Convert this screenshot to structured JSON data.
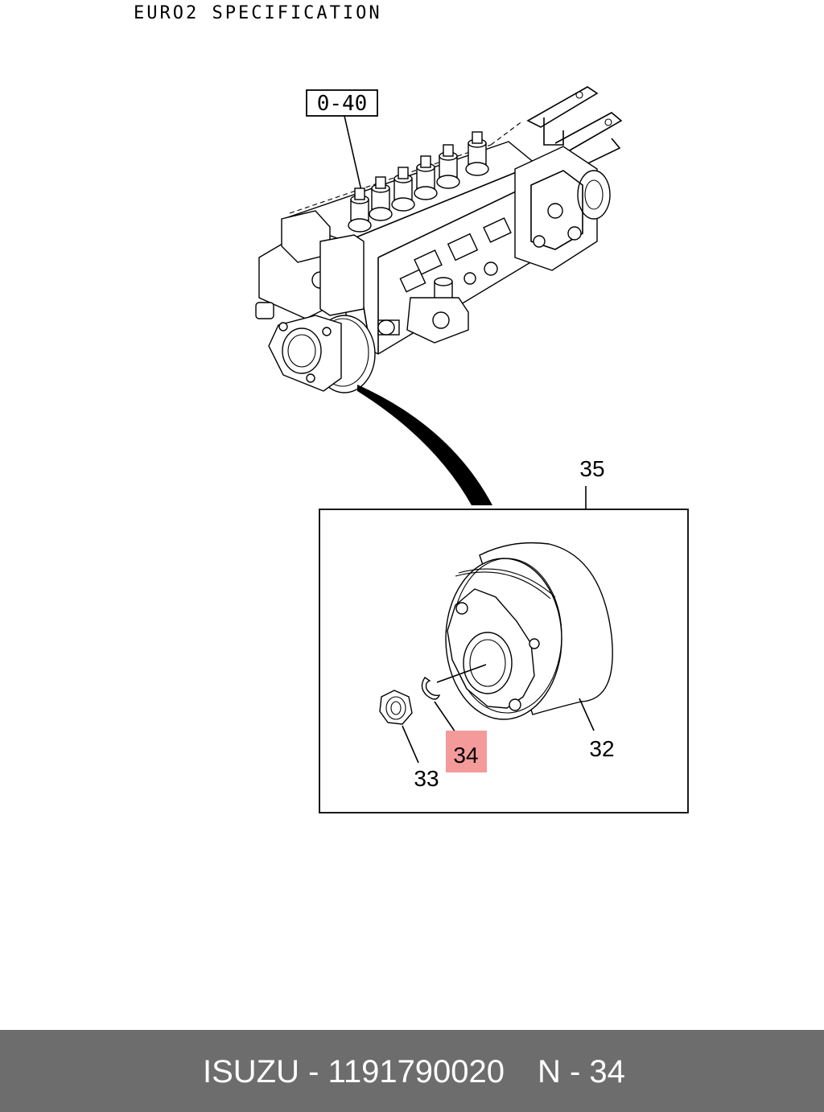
{
  "header": {
    "spec_title": "EURO2 SPECIFICATION"
  },
  "diagram": {
    "reference_box": "0-40",
    "callouts": {
      "assembly": "35",
      "pulley": "32",
      "nut": "33",
      "washer": "34"
    },
    "highlighted_callout": "34",
    "highlight_color": "#f59a9a"
  },
  "footer": {
    "brand_part": "ISUZU - 1191790020",
    "page_ref": "N - 34",
    "background": "#6d6d6d"
  }
}
